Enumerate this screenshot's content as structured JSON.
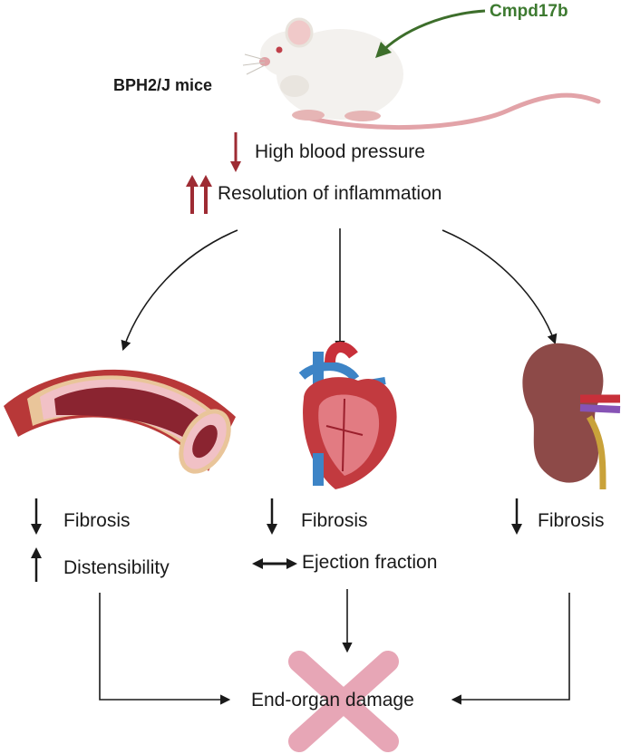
{
  "drug": {
    "label": "Cmpd17b",
    "arrow_color": "#3d6e2b"
  },
  "model": {
    "label": "BPH2/J mice"
  },
  "effects": [
    {
      "direction": "down",
      "text": "High blood pressure",
      "color": "#9e2b33"
    },
    {
      "direction": "double-up",
      "text": "Resolution of inflammation",
      "color": "#9e2b33"
    }
  ],
  "organs": {
    "vessel": {
      "icon": "blood-vessel-icon",
      "outcomes": [
        {
          "direction": "down",
          "text": "Fibrosis"
        },
        {
          "direction": "up",
          "text": "Distensibility"
        }
      ]
    },
    "heart": {
      "icon": "heart-icon",
      "outcomes": [
        {
          "direction": "down",
          "text": "Fibrosis"
        },
        {
          "direction": "no-change",
          "text": "Ejection fraction"
        }
      ]
    },
    "kidney": {
      "icon": "kidney-icon",
      "outcomes": [
        {
          "direction": "down",
          "text": "Fibrosis"
        }
      ]
    }
  },
  "result": {
    "text": "End-organ damage",
    "cross_color": "#e7a6b6"
  }
}
